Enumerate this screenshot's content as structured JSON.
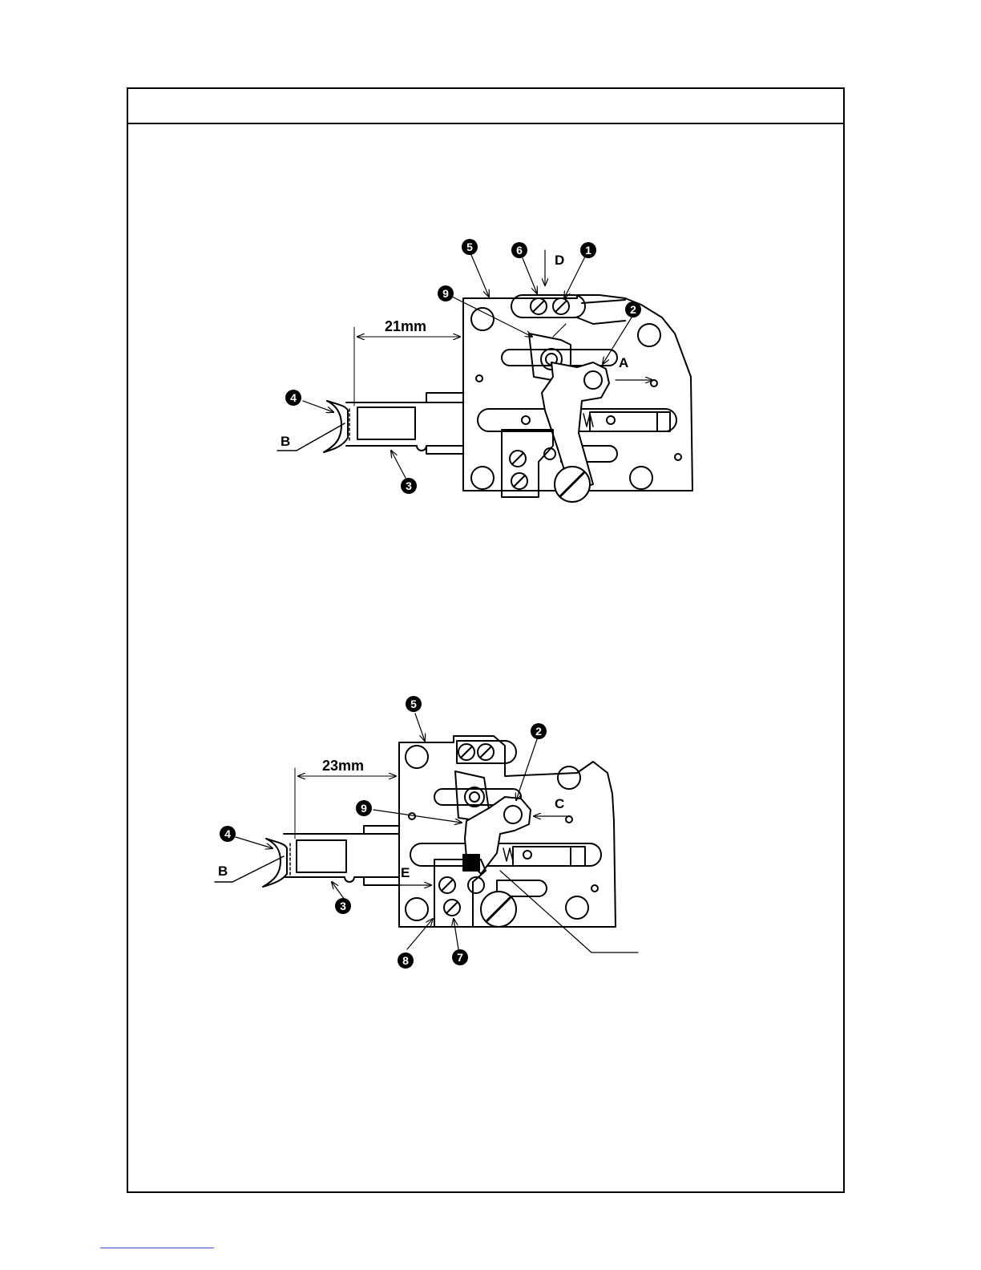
{
  "page": {
    "header_title": ""
  },
  "figure1": {
    "dimension": "21mm",
    "letters": {
      "A": "A",
      "B": "B",
      "D": "D"
    },
    "callouts": {
      "c1": "1",
      "c2": "2",
      "c3": "3",
      "c4": "4",
      "c5": "5",
      "c6": "6",
      "c9": "9"
    }
  },
  "figure2": {
    "dimension": "23mm",
    "letters": {
      "B": "B",
      "C": "C",
      "E": "E"
    },
    "callouts": {
      "c2": "2",
      "c3": "3",
      "c4": "4",
      "c5": "5",
      "c7": "7",
      "c8": "8",
      "c9": "9"
    }
  }
}
